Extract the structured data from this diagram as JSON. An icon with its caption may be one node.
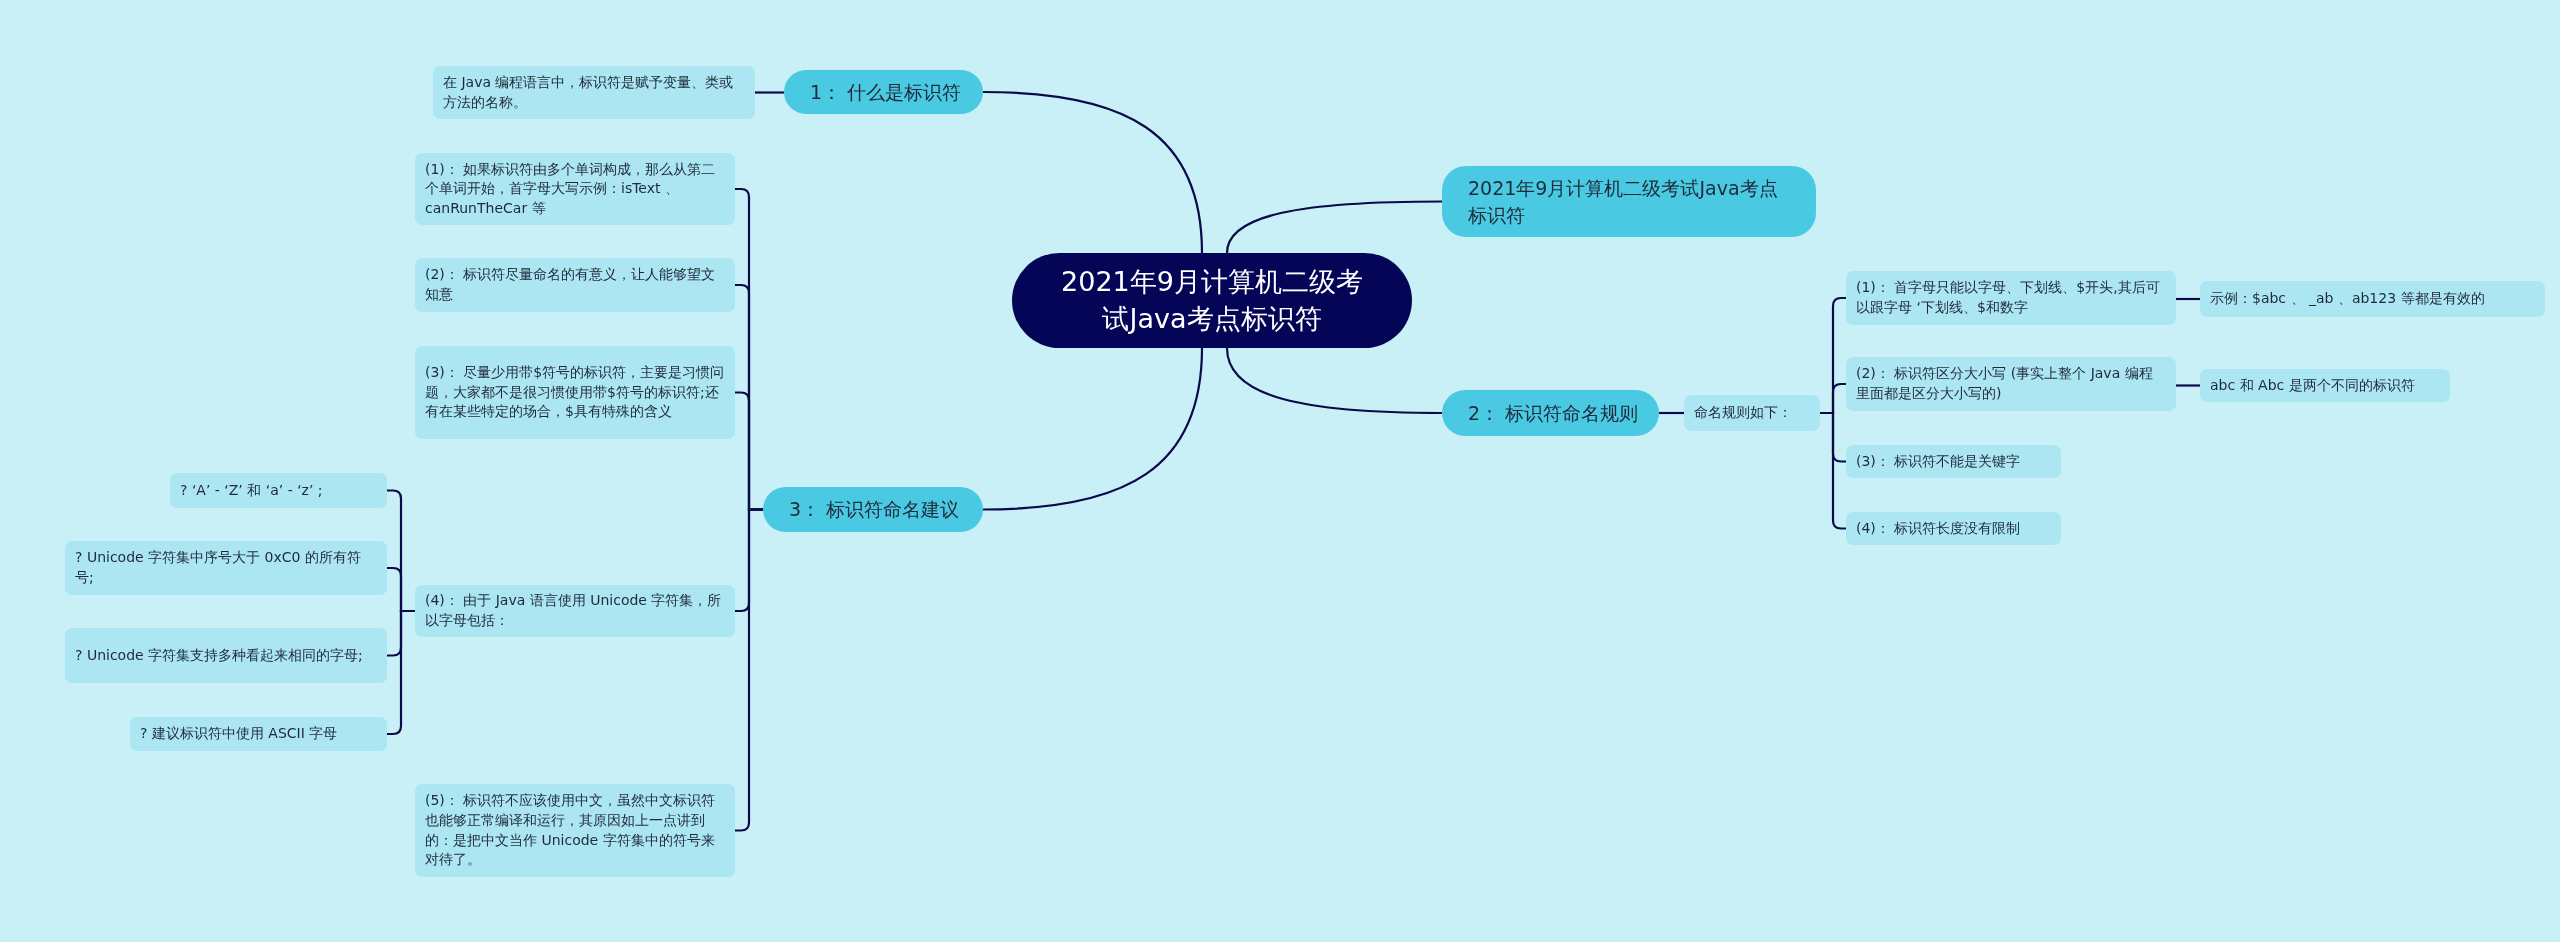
{
  "diagram": {
    "nodes": [
      {
        "text": [
          "2021年9月计算机二级考试Java考点标识符"
        ]
      },
      {
        "text": [
          "1： 什么是标识符"
        ]
      },
      {
        "text": [
          "在 Java 编程语言中，标识符是赋予变量、类或方法的名称。"
        ]
      },
      {
        "text": [
          "2021年9月计算机二级考试Java考点标识符"
        ]
      },
      {
        "text": [
          "2： 标识符命名规则"
        ]
      },
      {
        "text": [
          "命名规则如下："
        ]
      },
      {
        "text": [
          "(1)： 首字母只能以字母、下划线、$开头,其后可以跟字母 ‘下划线、$和数字"
        ]
      },
      {
        "text": [
          "示例：$abc 、 _ab 、ab123 等都是有效的"
        ]
      },
      {
        "text": [
          "(2)： 标识符区分大小写 (事实上整个 Java 编程里面都是区分大小写的)"
        ]
      },
      {
        "text": [
          "abc 和 Abc 是两个不同的标识符"
        ]
      },
      {
        "text": [
          "(3)： 标识符不能是关键字"
        ]
      },
      {
        "text": [
          "(4)： 标识符长度没有限制"
        ]
      },
      {
        "text": [
          "3： 标识符命名建议"
        ]
      },
      {
        "text": [
          "(1)： 如果标识符由多个单词构成，那么从第二个单词开始，首字母大写示例：isText 、canRunTheCar 等"
        ]
      },
      {
        "text": [
          "(2)： 标识符尽量命名的有意义，让人能够望文知意"
        ]
      },
      {
        "text": [
          "(3)： 尽量少用带$符号的标识符，主要是习惯问题，大家都不是很习惯使用带$符号的标识符;还有在某些特定的场合，$具有特殊的含义"
        ]
      },
      {
        "text": [
          "(4)： 由于 Java 语言使用 Unicode 字符集，所以字母包括："
        ]
      },
      {
        "text": [
          "? ‘A’ - ‘Z’ 和 ‘a’ - ‘z’ ;"
        ]
      },
      {
        "text": [
          "? Unicode 字符集中序号大于 0xC0 的所有符号;"
        ]
      },
      {
        "text": [
          "? Unicode 字符集支持多种看起来相同的字母;"
        ]
      },
      {
        "text": [
          "? 建议标识符中使用 ASCII 字母"
        ]
      },
      {
        "text": [
          "(5)： 标识符不应该使用中文，虽然中文标识符也能够正常编译和运行，其原因如上一点讲到的：是把中文当作 Unicode 字符集中的符号来对待了。"
        ]
      }
    ],
    "edges": [
      {
        "from": 0,
        "to": 1,
        "arrow": "none"
      },
      {
        "from": 0,
        "to": 3,
        "arrow": "none"
      },
      {
        "from": 0,
        "to": 4,
        "arrow": "none"
      },
      {
        "from": 0,
        "to": 12,
        "arrow": "none"
      },
      {
        "from": 1,
        "to": 2,
        "arrow": "none"
      },
      {
        "from": 4,
        "to": 5,
        "arrow": "none"
      },
      {
        "from": 5,
        "to": 6,
        "arrow": "none"
      },
      {
        "from": 5,
        "to": 8,
        "arrow": "none"
      },
      {
        "from": 5,
        "to": 10,
        "arrow": "none"
      },
      {
        "from": 5,
        "to": 11,
        "arrow": "none"
      },
      {
        "from": 6,
        "to": 7,
        "arrow": "none"
      },
      {
        "from": 8,
        "to": 9,
        "arrow": "none"
      },
      {
        "from": 12,
        "to": 13,
        "arrow": "none"
      },
      {
        "from": 12,
        "to": 14,
        "arrow": "none"
      },
      {
        "from": 12,
        "to": 15,
        "arrow": "none"
      },
      {
        "from": 12,
        "to": 16,
        "arrow": "none"
      },
      {
        "from": 12,
        "to": 21,
        "arrow": "none"
      },
      {
        "from": 16,
        "to": 17,
        "arrow": "none"
      },
      {
        "from": 16,
        "to": 18,
        "arrow": "none"
      },
      {
        "from": 16,
        "to": 19,
        "arrow": "none"
      },
      {
        "from": 16,
        "to": 20,
        "arrow": "none"
      }
    ]
  }
}
